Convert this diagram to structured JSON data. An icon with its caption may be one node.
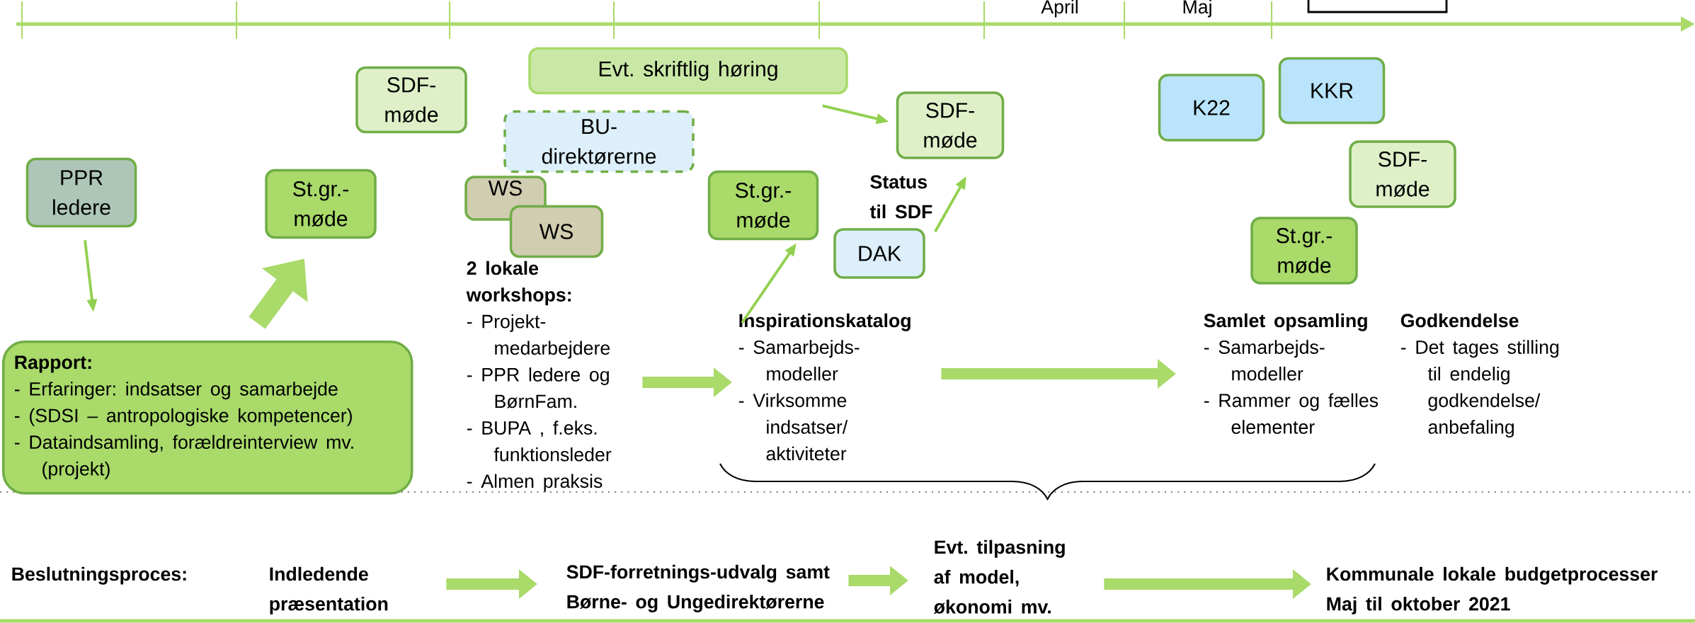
{
  "diagram": {
    "nodes": [
      {
        "text": [
          "PPR ledere"
        ]
      },
      {
        "text": [
          "SDF- møde"
        ]
      },
      {
        "text": [
          "St.gr.- møde"
        ]
      },
      {
        "text": [
          "Evt. skriftlig høring"
        ]
      },
      {
        "text": [
          "BU- direktørerne"
        ]
      },
      {
        "text": [
          "WS"
        ]
      },
      {
        "text": [
          "WS"
        ]
      },
      {
        "text": [
          "St.gr.- møde"
        ]
      },
      {
        "text": [
          "SDF- møde"
        ]
      },
      {
        "text": [
          "DAK"
        ]
      },
      {
        "text": [
          "K22"
        ]
      },
      {
        "text": [
          "KKR"
        ]
      },
      {
        "text": [
          "SDF- møde"
        ]
      },
      {
        "text": [
          "St.gr.- møde"
        ]
      },
      {
        "text": [
          "Rapport:",
          "- Erfaringer: indsatser og samarbejde",
          "- (SDSI – antropologiske kompetencer)",
          "- Dataindsamling, forældreinterview mv. (projekt)"
        ]
      },
      {
        "text": [
          "2 lokale workshops:",
          "- Projekt- medarbejdere",
          "- PPR ledere og BørnFam.",
          "- BUPA , f.eks. funktionsleder",
          "- Almen praksis"
        ]
      },
      {
        "text": [
          "Inspirationskatalog",
          "- Samarbejds- modeller",
          "- Virksomme indsatser/ aktiviteter"
        ]
      },
      {
        "text": [
          "Samlet opsamling",
          "- Samarbejds- modeller",
          "- Rammer og fælles elementer"
        ]
      },
      {
        "text": [
          "Godkendelse",
          "- Det tages stilling til endelig godkendelse/ anbefaling"
        ]
      },
      {
        "text": [
          "Indledende præsentation"
        ]
      },
      {
        "text": [
          "SDF-forretnings-udvalg samt Børne- og Ungedirektørerne"
        ]
      },
      {
        "text": [
          "Evt. tilpasning af model, økonomi mv."
        ]
      },
      {
        "text": [
          "Kommunale lokale budgetprocesser Maj til oktober 2021"
        ]
      },
      {
        "text": [],
        "shape": "box"
      }
    ],
    "edges": [
      {
        "from": 0,
        "to": 14,
        "arrow": "to",
        "color": "#92d050"
      },
      {
        "from": 14,
        "to": 2,
        "arrow": "to",
        "style": "thick"
      },
      {
        "from": 3,
        "to": 8,
        "arrow": "to",
        "color": "#92d050"
      },
      {
        "from": 9,
        "to": 8,
        "arrow": "to",
        "label": "Status til SDF",
        "color": "#92d050"
      },
      {
        "from": 16,
        "to": 7,
        "arrow": "to",
        "color": "#92d050"
      },
      {
        "from": 15,
        "to": 16,
        "arrow": "to"
      },
      {
        "from": 16,
        "to": 17,
        "arrow": "to"
      },
      {
        "from": 19,
        "to": 20,
        "arrow": "to"
      },
      {
        "from": 20,
        "to": 21,
        "arrow": "to"
      },
      {
        "from": 21,
        "to": 22,
        "arrow": "to"
      }
    ],
    "labels": [
      "April",
      "Maj",
      "Beslutningsproces:"
    ]
  }
}
